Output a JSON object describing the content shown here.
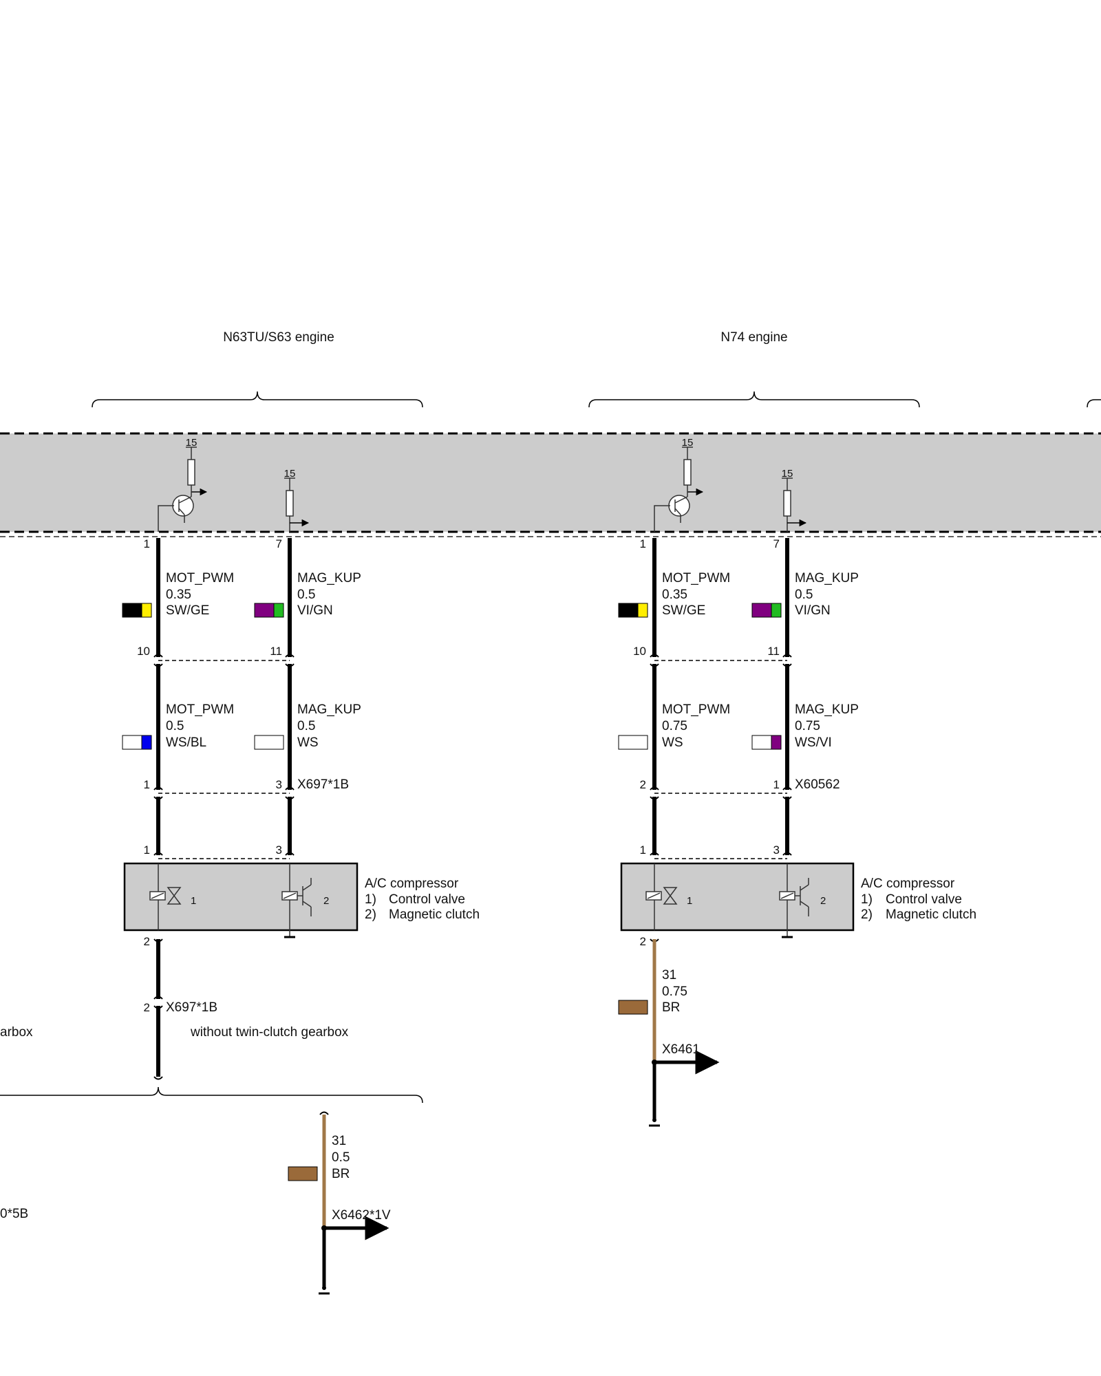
{
  "colors": {
    "module_fill": "#cccccc",
    "wire": "#000000",
    "brown_wire": "#a07848",
    "sw": "#000000",
    "ge": "#ffee00",
    "vi": "#800080",
    "gn": "#22bb22",
    "ws": "#ffffff",
    "bl": "#0000ee",
    "br": "#9a6a3a"
  },
  "headings": {
    "left_engine": "N63TU/S63 engine",
    "right_engine": "N74 engine"
  },
  "supply_label": "15",
  "left": {
    "pins_top": [
      "1",
      "7"
    ],
    "wire_a_top": {
      "signal": "MOT_PWM",
      "size": "0.35",
      "color": "SW/GE"
    },
    "wire_b_top": {
      "signal": "MAG_KUP",
      "size": "0.5",
      "color": "VI/GN"
    },
    "pins_mid": [
      "10",
      "11"
    ],
    "wire_a_mid": {
      "signal": "MOT_PWM",
      "size": "0.5",
      "color": "WS/BL"
    },
    "wire_b_mid": {
      "signal": "MAG_KUP",
      "size": "0.5",
      "color": "WS"
    },
    "pins_conn": [
      "1",
      "3"
    ],
    "connector": "X697*1B",
    "pins_comp": [
      "1",
      "3"
    ],
    "compressor": {
      "title": "A/C compressor",
      "n1": "1)",
      "item1": "Control valve",
      "n2": "2)",
      "item2": "Magnetic clutch",
      "sym1": "1",
      "sym2": "2"
    },
    "pin_bottom": "2",
    "connector_bottom": "X697*1B",
    "without_label": "without twin-clutch gearbox",
    "partial_gearbox": "arbox",
    "partial_connector": "0*5B",
    "ground_wire": {
      "signal": "31",
      "size": "0.5",
      "color": "BR"
    },
    "ground_point": "X6462*1V"
  },
  "right": {
    "pins_top": [
      "1",
      "7"
    ],
    "wire_a_top": {
      "signal": "MOT_PWM",
      "size": "0.35",
      "color": "SW/GE"
    },
    "wire_b_top": {
      "signal": "MAG_KUP",
      "size": "0.5",
      "color": "VI/GN"
    },
    "pins_mid": [
      "10",
      "11"
    ],
    "wire_a_mid": {
      "signal": "MOT_PWM",
      "size": "0.75",
      "color": "WS"
    },
    "wire_b_mid": {
      "signal": "MAG_KUP",
      "size": "0.75",
      "color": "WS/VI"
    },
    "pins_conn": [
      "2",
      "1"
    ],
    "connector": "X60562",
    "pins_comp": [
      "1",
      "3"
    ],
    "compressor": {
      "title": "A/C compressor",
      "n1": "1)",
      "item1": "Control valve",
      "n2": "2)",
      "item2": "Magnetic clutch",
      "sym1": "1",
      "sym2": "2"
    },
    "pin_bottom": "2",
    "ground_wire": {
      "signal": "31",
      "size": "0.75",
      "color": "BR"
    },
    "ground_point": "X6461"
  }
}
